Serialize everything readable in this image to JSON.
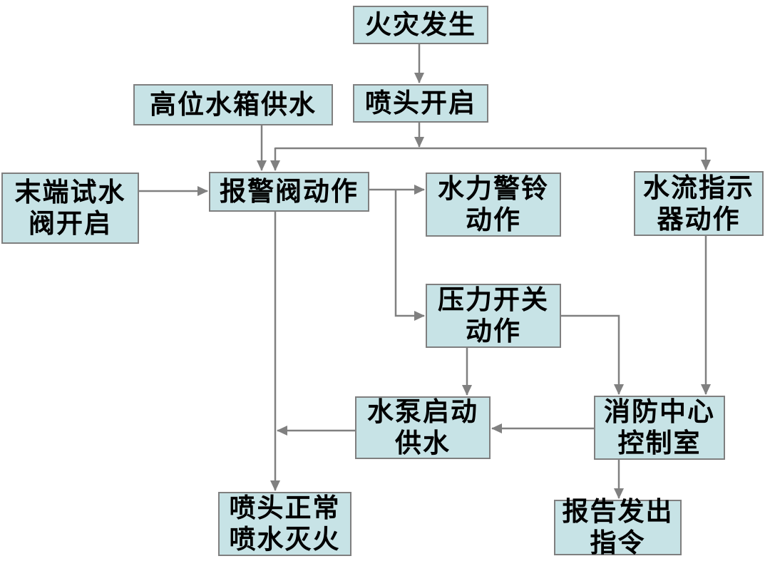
{
  "diagram": {
    "type": "flowchart",
    "background_color": "#ffffff",
    "node_fill_color": "#c7e3e6",
    "node_border_color": "#7f7f7f",
    "connector_color": "#808080",
    "text_color": "#000000",
    "nodes": [
      {
        "id": "fire-occurs",
        "label": "火灾发生"
      },
      {
        "id": "sprinkler-opens",
        "label": "喷头开启"
      },
      {
        "id": "high-tank-supply",
        "label": "高位水箱供水"
      },
      {
        "id": "end-test-valve",
        "label": "末端试水\n阀开启"
      },
      {
        "id": "alarm-valve",
        "label": "报警阀动作"
      },
      {
        "id": "hydraulic-bell",
        "label": "水力警铃\n动作"
      },
      {
        "id": "flow-indicator",
        "label": "水流指示\n器动作"
      },
      {
        "id": "pressure-switch",
        "label": "压力开关\n动作"
      },
      {
        "id": "pump-start",
        "label": "水泵启动\n供水"
      },
      {
        "id": "fire-control-center",
        "label": "消防中心\n控制室"
      },
      {
        "id": "sprinkler-extinguish",
        "label": "喷头正常\n喷水灭火"
      },
      {
        "id": "report-command",
        "label": "报告发出\n指令"
      }
    ],
    "edges": [
      {
        "from": "fire-occurs",
        "to": "sprinkler-opens"
      },
      {
        "from": "sprinkler-opens",
        "to": "alarm-valve"
      },
      {
        "from": "sprinkler-opens",
        "to": "flow-indicator"
      },
      {
        "from": "high-tank-supply",
        "to": "alarm-valve"
      },
      {
        "from": "end-test-valve",
        "to": "alarm-valve"
      },
      {
        "from": "alarm-valve",
        "to": "hydraulic-bell"
      },
      {
        "from": "alarm-valve",
        "to": "pressure-switch"
      },
      {
        "from": "alarm-valve",
        "to": "sprinkler-extinguish"
      },
      {
        "from": "pressure-switch",
        "to": "pump-start"
      },
      {
        "from": "pressure-switch",
        "to": "fire-control-center"
      },
      {
        "from": "flow-indicator",
        "to": "fire-control-center"
      },
      {
        "from": "fire-control-center",
        "to": "pump-start"
      },
      {
        "from": "pump-start",
        "to": "sprinkler-extinguish"
      },
      {
        "from": "fire-control-center",
        "to": "report-command"
      }
    ]
  }
}
